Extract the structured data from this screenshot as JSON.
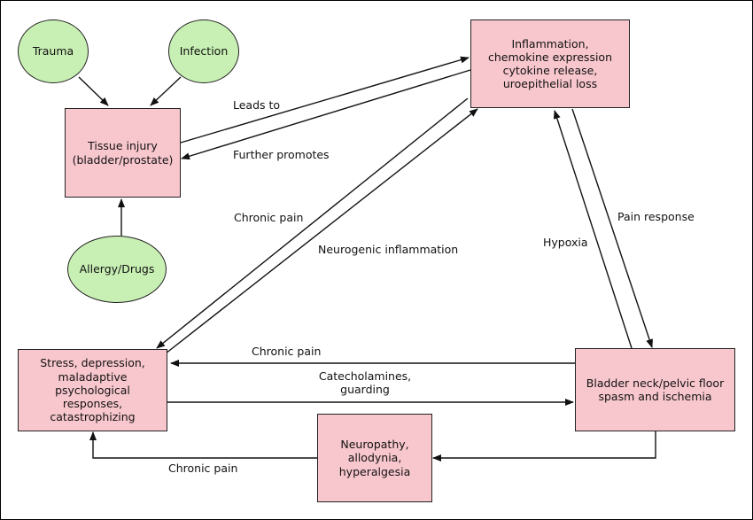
{
  "colors": {
    "box_fill": "#f8c7cd",
    "ellipse_fill": "#c9f0b4",
    "stroke": "#222222"
  },
  "nodes": {
    "trauma": "Trauma",
    "infection": "Infection",
    "tissue_injury": "Tissue injury\n(bladder/prostate)",
    "allergy_drugs": "Allergy/Drugs",
    "inflammation": "Inflammation,\nchemokine expression\ncytokine release,\nuroepithelial loss",
    "stress": "Stress, depression,\nmaladaptive\npsychological\nresponses,\ncatastrophizing",
    "bladder_neck": "Bladder neck/pelvic floor\nspasm and ischemia",
    "neuropathy": "Neuropathy,\nallodynia,\nhyperalgesia"
  },
  "edge_labels": {
    "leads_to": "Leads to",
    "further_promotes": "Further promotes",
    "chronic_pain_diag": "Chronic pain",
    "neurogenic_inflammation": "Neurogenic inflammation",
    "hypoxia": "Hypoxia",
    "pain_response": "Pain response",
    "chronic_pain_top": "Chronic pain",
    "catecholamines": "Catecholamines,\nguarding",
    "chronic_pain_bottom": "Chronic pain"
  }
}
